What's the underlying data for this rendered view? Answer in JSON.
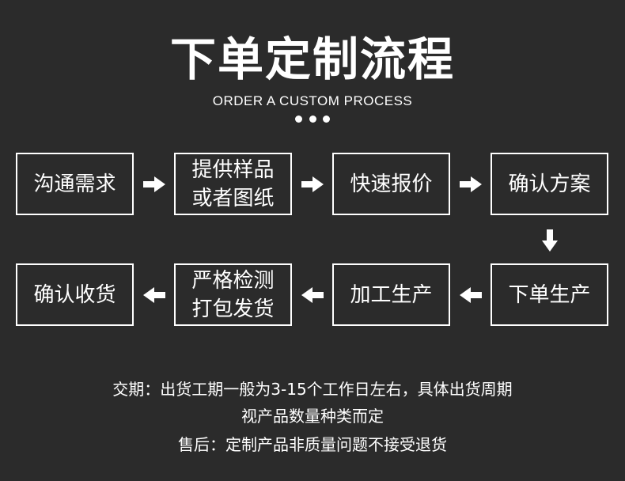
{
  "title": "下单定制流程",
  "subtitle": "ORDER A CUSTOM PROCESS",
  "steps": [
    {
      "lines": [
        "沟通需求"
      ]
    },
    {
      "lines": [
        "提供样品",
        "或者图纸"
      ]
    },
    {
      "lines": [
        "快速报价"
      ]
    },
    {
      "lines": [
        "确认方案"
      ]
    },
    {
      "lines": [
        "下单生产"
      ]
    },
    {
      "lines": [
        "加工生产"
      ]
    },
    {
      "lines": [
        "严格检测",
        "打包发货"
      ]
    },
    {
      "lines": [
        "确认收货"
      ]
    }
  ],
  "footer": {
    "line1": "交期：出货工期一般为3-15个工作日左右，具体出货周期",
    "line2": "视产品数量种类而定",
    "line3": "售后：定制产品非质量问题不接受退货"
  },
  "colors": {
    "background": "#2b2b2b",
    "foreground": "#ffffff"
  }
}
